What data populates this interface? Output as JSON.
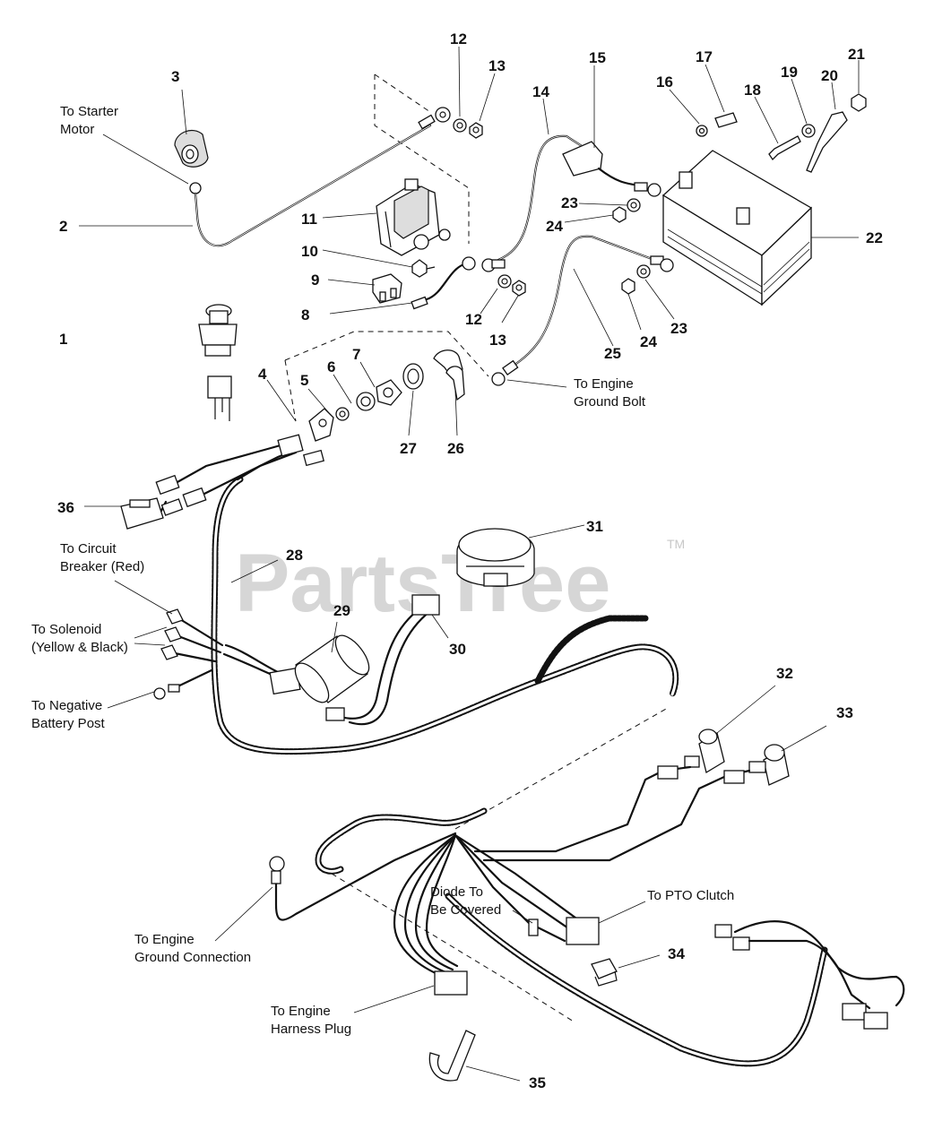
{
  "watermark": {
    "text": "PartsTree",
    "trademark": "TM"
  },
  "callouts": {
    "n1": "1",
    "n2": "2",
    "n3": "3",
    "n4": "4",
    "n5": "5",
    "n6": "6",
    "n7": "7",
    "n8": "8",
    "n9": "9",
    "n10": "10",
    "n11": "11",
    "n12": "12",
    "n13": "13",
    "n14": "14",
    "n15": "15",
    "n16": "16",
    "n17": "17",
    "n18": "18",
    "n19": "19",
    "n20": "20",
    "n21": "21",
    "n22": "22",
    "n23": "23",
    "n24": "24",
    "n25": "25",
    "n26": "26",
    "n27": "27",
    "n28": "28",
    "n29": "29",
    "n30": "30",
    "n31": "31",
    "n32": "32",
    "n33": "33",
    "n34": "34",
    "n35": "35",
    "n36": "36"
  },
  "labels": {
    "to_starter_motor": [
      "To Starter",
      "Motor"
    ],
    "to_engine_ground_bolt": [
      "To Engine",
      "Ground Bolt"
    ],
    "to_circuit_breaker": [
      "To Circuit",
      "Breaker (Red)"
    ],
    "to_solenoid": [
      "To Solenoid",
      "(Yellow & Black)"
    ],
    "to_negative_battery_post": [
      "To Negative",
      "Battery Post"
    ],
    "diode": [
      "Diode To",
      "Be Covered"
    ],
    "to_pto_clutch": [
      "To PTO Clutch"
    ],
    "to_engine_ground_connection": [
      "To Engine",
      "Ground Connection"
    ],
    "to_engine_harness_plug": [
      "To Engine",
      "Harness Plug"
    ]
  }
}
